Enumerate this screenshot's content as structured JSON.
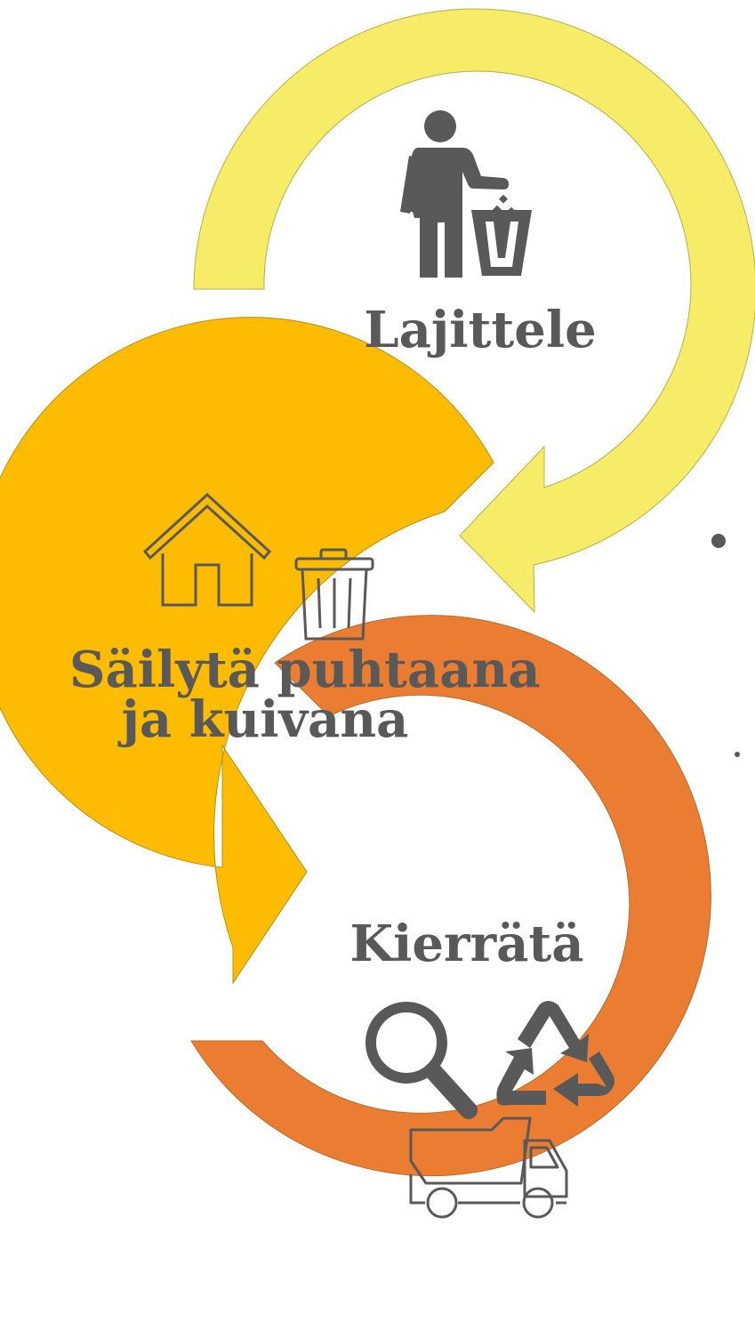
{
  "colors": {
    "step1_yellow": "#F7EC67",
    "step2_gold": "#FDBC02",
    "step3_orange": "#EB7D32",
    "icon_gray": "#595959",
    "text_gray": "#595959"
  },
  "steps": [
    {
      "label": "Lajittele",
      "icons": [
        "person-throwing-trash-icon"
      ]
    },
    {
      "label": "Säilytä puhtaana ja kuivana",
      "line1": "Säilytä puhtaana",
      "line2": "ja kuivana",
      "icons": [
        "house-icon",
        "trash-can-icon"
      ]
    },
    {
      "label": "Kierrätä",
      "icons": [
        "magnifier-icon",
        "recycle-icon",
        "dump-truck-icon"
      ]
    }
  ]
}
